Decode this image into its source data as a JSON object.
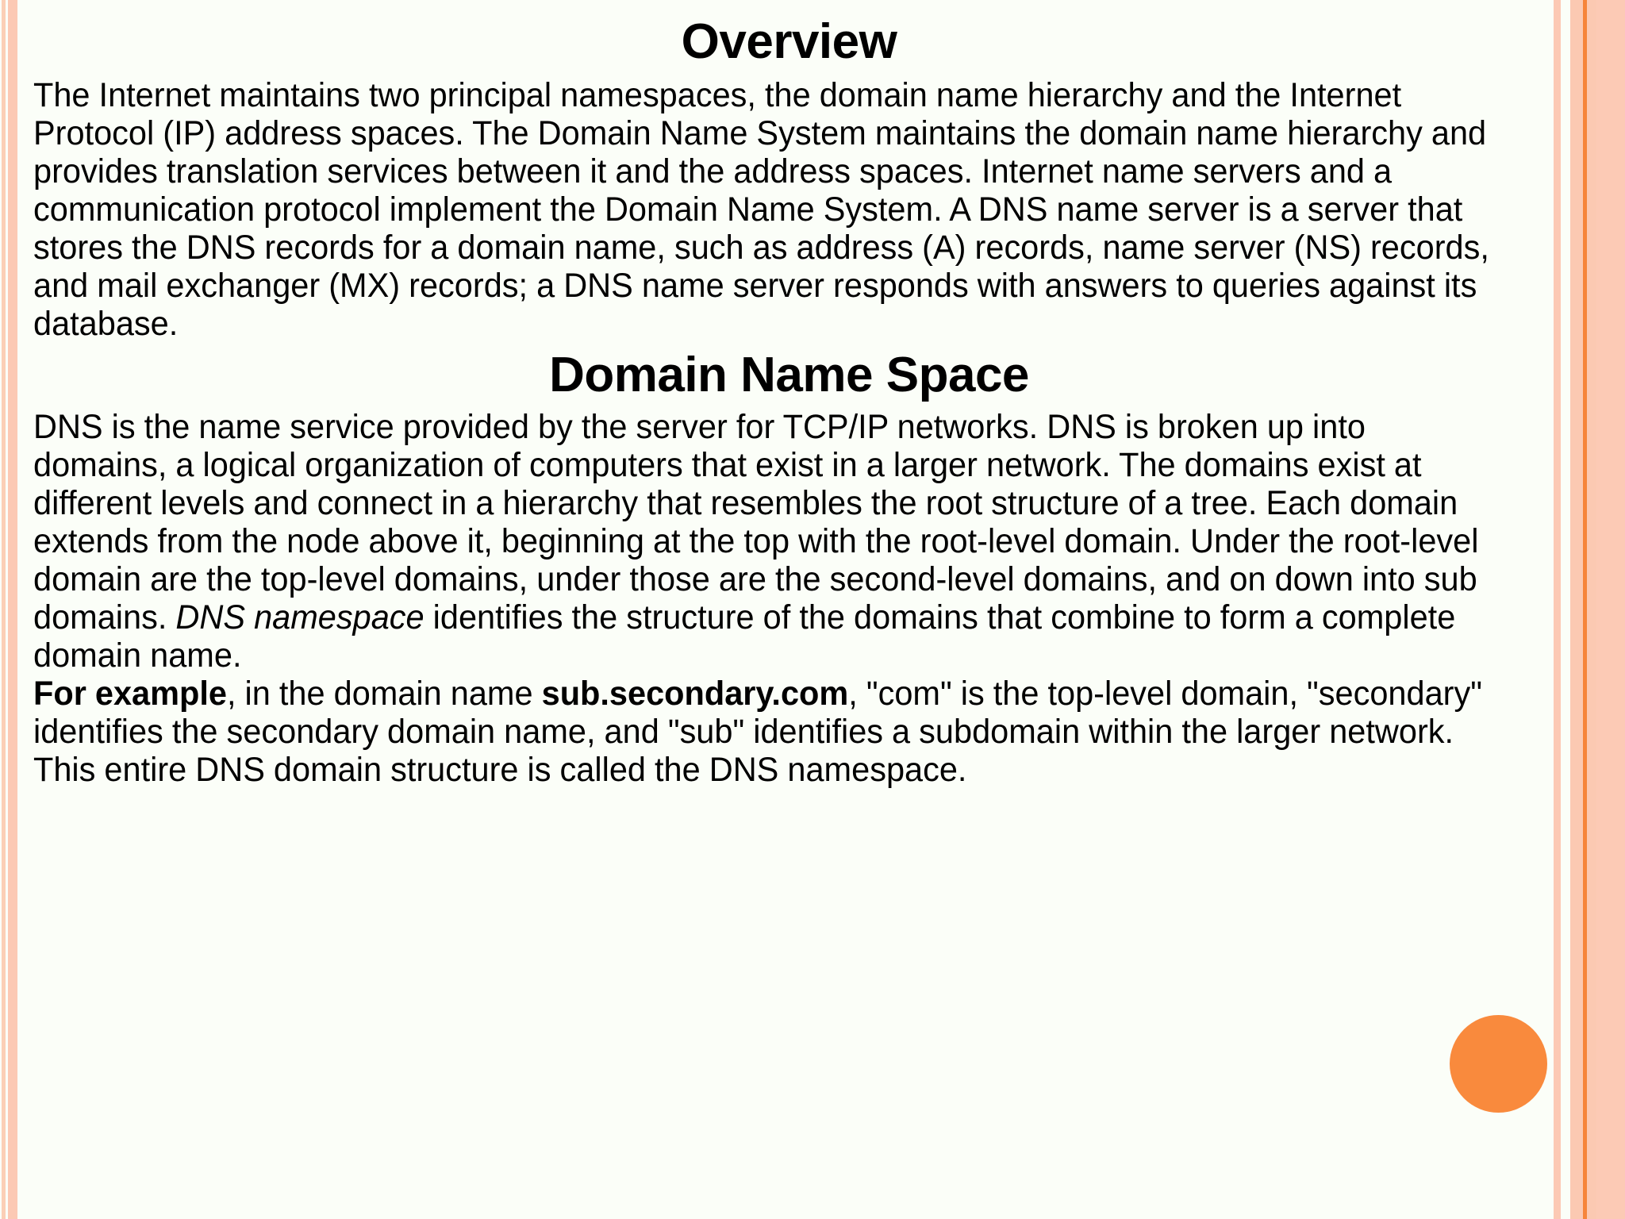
{
  "slide": {
    "background_color": "#fbfef8",
    "accent_color": "#f98a3d",
    "stripe_color": "#fcc9b4",
    "text_color": "#000000"
  },
  "headings": {
    "overview": "Overview",
    "domain_name_space": "Domain Name Space"
  },
  "paragraphs": {
    "overview": "The Internet maintains two principal namespaces, the domain name hierarchy and the Internet Protocol (IP) address spaces. The Domain Name System maintains the domain name hierarchy and provides translation services between it and the address spaces. Internet name servers and a communication protocol implement the Domain Name System. A DNS name server is a server that stores the DNS records for a domain name, such as address (A) records, name server (NS) records, and mail exchanger (MX) records; a DNS name server responds with answers to queries against its database.",
    "namespace_part1": "DNS is the name service provided by the server for TCP/IP networks. DNS is broken up into domains, a logical organization of computers that exist in a larger network. The domains exist at different levels and connect in a hierarchy that resembles the root structure of a tree. Each domain extends from the node above it, beginning at the top with the root-level domain. Under the root-level domain are the top-level domains, under those are the second-level domains, and on down into sub domains. ",
    "namespace_italic": "DNS namespace",
    "namespace_part2": " identifies the structure of the domains that combine to form a complete domain name.",
    "example_bold_lead": "For example",
    "example_part1": ", in the domain name ",
    "example_bold_domain": "sub.secondary.com",
    "example_part2": ", \"com\" is the top-level domain, \"secondary\" identifies the secondary domain name, and \"sub\" identifies a subdomain within the larger network. This entire DNS domain structure is called the DNS namespace."
  },
  "decorations": {
    "circle_name": "orange-circle-decoration",
    "left_stripes": "peach-vertical-stripes",
    "right_stripes": "peach-vertical-stripes"
  }
}
